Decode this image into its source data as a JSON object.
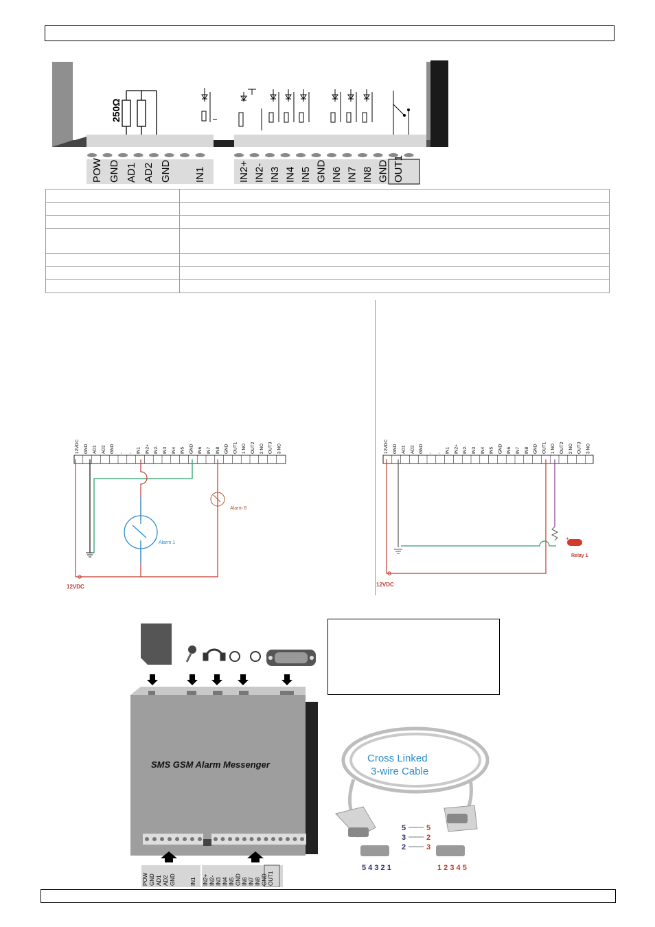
{
  "terminal_strip": {
    "resistor_label": "250Ω",
    "left_labels": [
      "POW",
      "GND",
      "AD1",
      "AD2",
      "GND",
      "",
      "IN1"
    ],
    "right_labels": [
      "IN2+",
      "IN2-",
      "IN3",
      "IN4",
      "IN5",
      "GND",
      "IN6",
      "IN7",
      "IN8",
      "GND",
      "OUT1",
      ""
    ]
  },
  "pin_table": {
    "rows": 7
  },
  "diagram_left": {
    "header_labels": [
      "12VDC",
      "GND",
      "AD1",
      "AD2",
      "GND",
      "-",
      "-",
      "IN1",
      "IN2+",
      "IN2-",
      "IN3",
      "IN4",
      "IN5",
      "GND",
      "IN6",
      "IN7",
      "IN8",
      "GND",
      "OUT1",
      "1 NO",
      "OUT2",
      "2 NO",
      "OUT3",
      "3 NO"
    ],
    "alarm1": "Alarm 1",
    "alarm8": "Alarm 8",
    "supply": "12VDC"
  },
  "diagram_right": {
    "header_labels": [
      "12VDC",
      "GND",
      "AD1",
      "AD2",
      "GND",
      "-",
      "-",
      "IN1",
      "IN2+",
      "IN2-",
      "IN3",
      "IN4",
      "IN5",
      "GND",
      "IN6",
      "IN7",
      "IN8",
      "GND",
      "OUT1",
      "1 NO",
      "OUT2",
      "2 NO",
      "OUT3",
      "3 NO"
    ],
    "relay": "Relay 1",
    "plus": "+",
    "supply": "12VDC"
  },
  "device": {
    "title": "SMS GSM Alarm Messenger",
    "port_labels": [
      "SIM",
      "MIC",
      "Earphones",
      "LED1&2",
      "DB9"
    ],
    "left_labels": [
      "POW",
      "GND",
      "AD1",
      "AD2",
      "GND",
      "",
      "",
      "IN1"
    ],
    "right_labels": [
      "IN2+",
      "IN2-",
      "IN3",
      "IN4",
      "IN5",
      "GND",
      "IN6",
      "IN7",
      "IN8",
      "GND",
      "OUT1"
    ]
  },
  "cable": {
    "title_line1": "Cross Linked",
    "title_line2": "3-wire  Cable",
    "map_left": [
      "5",
      "3",
      "2"
    ],
    "map_right": [
      "5",
      "2",
      "3"
    ],
    "pins_left": "5 4 3 2 1",
    "pins_right": "1 2 3 4 5"
  },
  "colors": {
    "green": "#2e9e6e",
    "red": "#c0392b",
    "blue": "#2b8ccf",
    "purple": "#7a3e9a",
    "brown": "#b0522a"
  }
}
